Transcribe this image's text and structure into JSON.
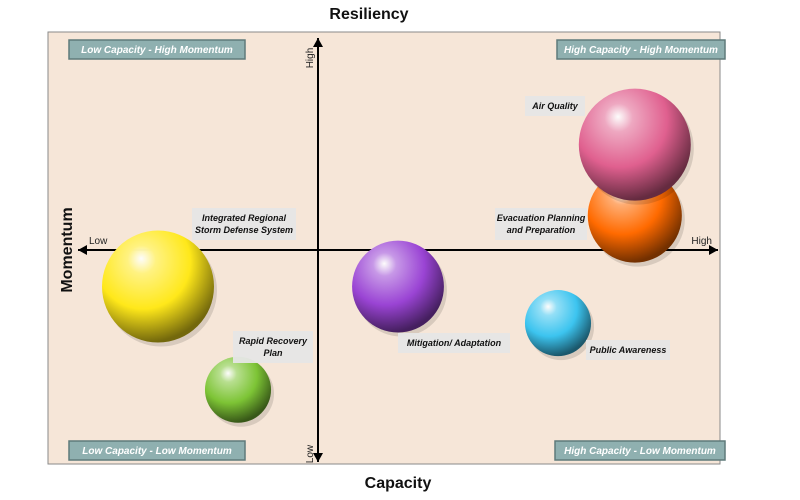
{
  "chart_data": {
    "type": "scatter",
    "title": "Resiliency",
    "xlabel": "Capacity",
    "ylabel": "Momentum",
    "x_axis_low": "Low",
    "x_axis_high": "High",
    "y_axis_low": "Low",
    "y_axis_high": "High",
    "xlim": [
      -1,
      1
    ],
    "ylim": [
      -1,
      1
    ],
    "grid": false,
    "quadrants": [
      {
        "label": "Low Capacity - High Momentum",
        "position": "top-left"
      },
      {
        "label": "High Capacity - High Momentum",
        "position": "top-right"
      },
      {
        "label": "Low Capacity - Low Momentum",
        "position": "bottom-left"
      },
      {
        "label": "High Capacity - Low Momentum",
        "position": "bottom-right"
      }
    ],
    "points": [
      {
        "name": "Air Quality",
        "lines": [
          "Air Quality"
        ],
        "x": 0.99,
        "y": 0.49,
        "size": 1.0,
        "color": "#e0608f"
      },
      {
        "name": "Evacuation Planning and Preparation",
        "lines": [
          "Evacuation Planning",
          "and Preparation"
        ],
        "x": 0.99,
        "y": 0.16,
        "size": 0.84,
        "color": "#ff6a00"
      },
      {
        "name": "Integrated Regional Storm Defense System",
        "lines": [
          "Integrated Regional",
          "Storm Defense System"
        ],
        "x": -0.5,
        "y": -0.17,
        "size": 1.0,
        "color": "#ffe81a"
      },
      {
        "name": "Mitigation/ Adaptation",
        "lines": [
          "Mitigation/ Adaptation"
        ],
        "x": 0.25,
        "y": -0.17,
        "size": 0.82,
        "color": "#9a44d4"
      },
      {
        "name": "Public Awareness",
        "lines": [
          "Public Awareness"
        ],
        "x": 0.75,
        "y": -0.34,
        "size": 0.59,
        "color": "#3cc4ef"
      },
      {
        "name": "Rapid Recovery Plan",
        "lines": [
          "Rapid Recovery",
          "Plan"
        ],
        "x": -0.25,
        "y": -0.65,
        "size": 0.59,
        "color": "#7dc435"
      }
    ]
  }
}
